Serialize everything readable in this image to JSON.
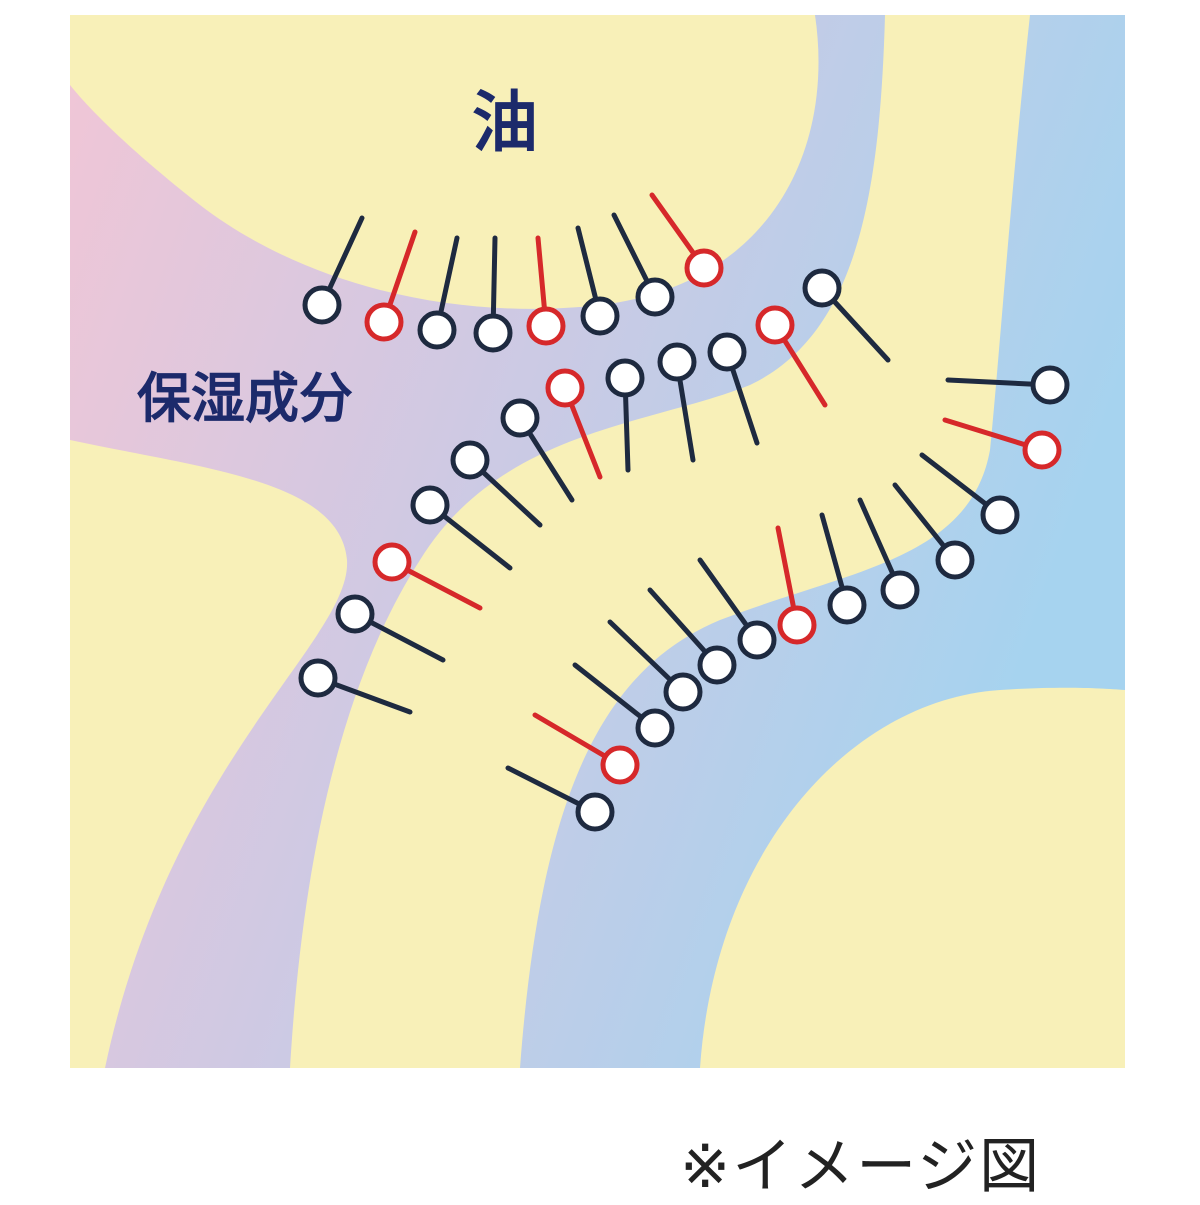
{
  "labels": {
    "oil": "油",
    "moisturizer": "保湿成分",
    "note": "※イメージ図"
  },
  "colors": {
    "yellow": "#f8f0b8",
    "pink": "#f1c6d6",
    "lavender": "#cfc9e3",
    "blue": "#a6d3ef",
    "navy_text": "#1c2a6b",
    "molecule_dark": "#1e2a40",
    "molecule_red": "#d6282a"
  }
}
